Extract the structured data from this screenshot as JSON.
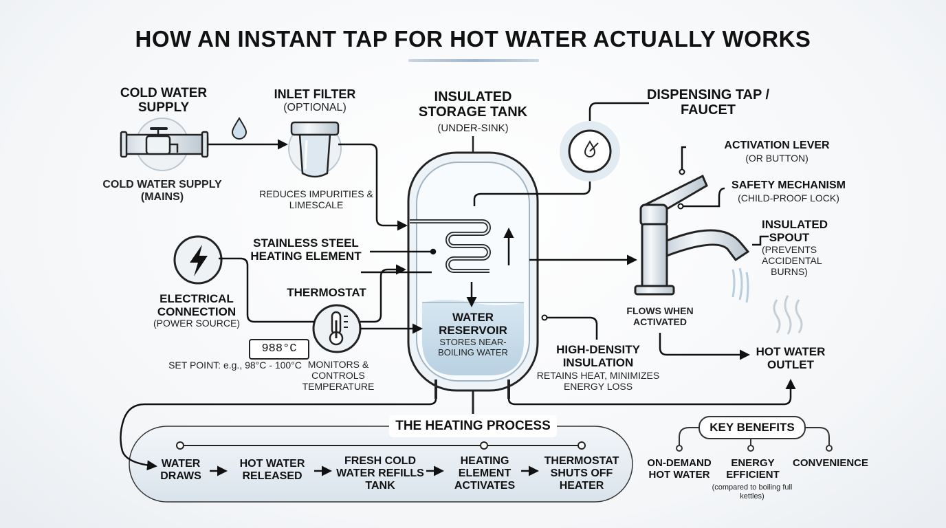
{
  "title": "HOW AN INSTANT TAP FOR HOT WATER ACTUALLY WORKS",
  "components": {
    "cold_water_supply": {
      "title": "COLD WATER SUPPLY",
      "caption": "COLD WATER SUPPLY (MAINS)"
    },
    "inlet_filter": {
      "title": "INLET FILTER",
      "sub": "(OPTIONAL)",
      "caption": "REDUCES IMPURITIES & LIMESCALE"
    },
    "storage_tank": {
      "title": "INSULATED STORAGE TANK",
      "sub": "(UNDER-SINK)"
    },
    "heating_element": {
      "title": "STAINLESS STEEL HEATING ELEMENT"
    },
    "electrical": {
      "title": "ELECTRICAL CONNECTION",
      "sub": "(POWER SOURCE)"
    },
    "thermostat": {
      "title": "THERMOSTAT",
      "display": "988°C",
      "set_point": "SET POINT: e.g., 98°C - 100°C",
      "caption": "MONITORS & CONTROLS TEMPERATURE"
    },
    "reservoir": {
      "title": "WATER RESERVOIR",
      "caption": "STORES NEAR-BOILING WATER"
    },
    "insulation": {
      "title": "HIGH-DENSITY INSULATION",
      "caption": "RETAINS HEAT, MINIMIZES ENERGY LOSS"
    },
    "tap": {
      "title": "DISPENSING TAP / FAUCET"
    },
    "lever": {
      "title": "ACTIVATION LEVER",
      "sub": "(OR BUTTON)"
    },
    "safety": {
      "title": "SAFETY MECHANISM",
      "sub": "(CHILD-PROOF LOCK)"
    },
    "spout": {
      "title": "INSULATED SPOUT",
      "sub": "(PREVENTS ACCIDENTAL BURNS)"
    },
    "flow": {
      "caption": "FLOWS WHEN ACTIVATED"
    },
    "outlet": {
      "title": "HOT WATER OUTLET"
    }
  },
  "heating_process": {
    "title": "THE HEATING PROCESS",
    "steps": [
      "WATER DRAWS",
      "HOT WATER RELEASED",
      "FRESH COLD WATER REFILLS TANK",
      "HEATING ELEMENT ACTIVATES",
      "THERMOSTAT SHUTS OFF HEATER"
    ]
  },
  "key_benefits": {
    "title": "KEY BENEFITS",
    "items": [
      "ON-DEMAND HOT WATER",
      "ENERGY EFFICIENT",
      "CONVENIENCE"
    ],
    "note": "(compared to boiling full kettles)"
  },
  "colors": {
    "ink": "#111111",
    "water": "#cfe0ec",
    "metal": "#dbe3ea",
    "panel": "#e8eef3"
  }
}
